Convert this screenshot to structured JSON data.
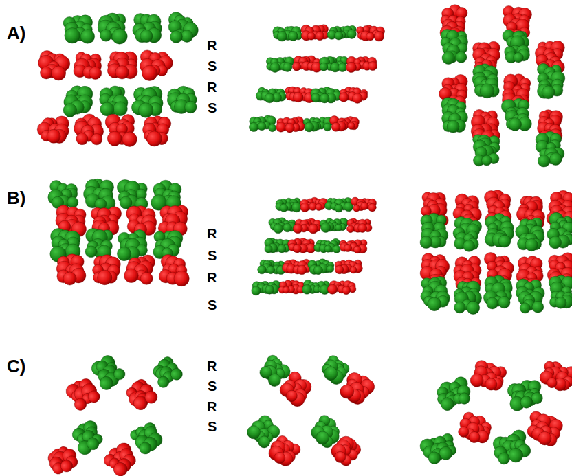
{
  "diagram": {
    "labels": [
      "A)",
      "R",
      "S",
      "R",
      "S",
      "B)",
      "R",
      "S",
      "R",
      "S",
      "C)",
      "R",
      "S",
      "R",
      "S"
    ]
  }
}
